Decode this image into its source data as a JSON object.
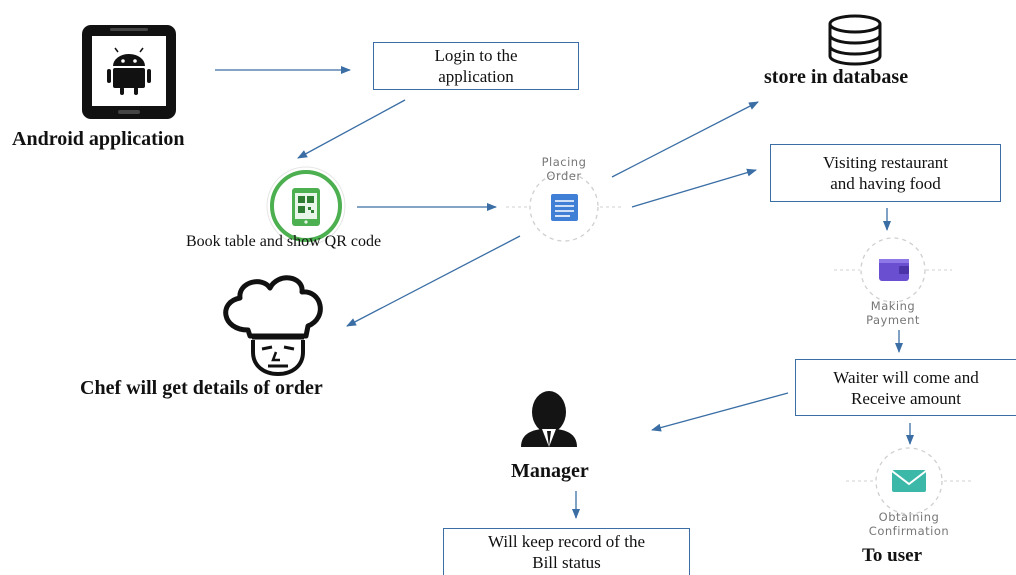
{
  "colors": {
    "arrow": "#3a6ea5",
    "box_border": "#3a6ea5",
    "qr_ring": "#4caf50",
    "order_doc": "#3f7fd6",
    "wallet": "#6a4fd0",
    "envelope": "#3bb8a8"
  },
  "nodes": {
    "android_app": {
      "label": "Android application",
      "icon": "android-phone-icon"
    },
    "login": {
      "text": "Login to the\napplication"
    },
    "book_table": {
      "label": "Book table and show QR code",
      "icon": "qr-phone-icon"
    },
    "placing_order": {
      "label": "Placing\nOrder",
      "icon": "order-document-icon"
    },
    "database": {
      "label": "store in database",
      "icon": "database-icon"
    },
    "visiting": {
      "text": "Visiting restaurant\nand having food"
    },
    "making_payment": {
      "label": "Making\nPayment",
      "icon": "wallet-icon"
    },
    "waiter": {
      "text": "Waiter will come and\nReceive amount"
    },
    "obtaining_confirmation": {
      "label": "Obtaining\nConfirmation",
      "icon": "envelope-icon"
    },
    "to_user": {
      "label": "To user"
    },
    "chef": {
      "label": "Chef will get details of order",
      "icon": "chef-hat-icon"
    },
    "manager": {
      "label": "Manager",
      "icon": "manager-icon"
    },
    "record": {
      "text": "Will keep record of the\nBill status"
    }
  }
}
